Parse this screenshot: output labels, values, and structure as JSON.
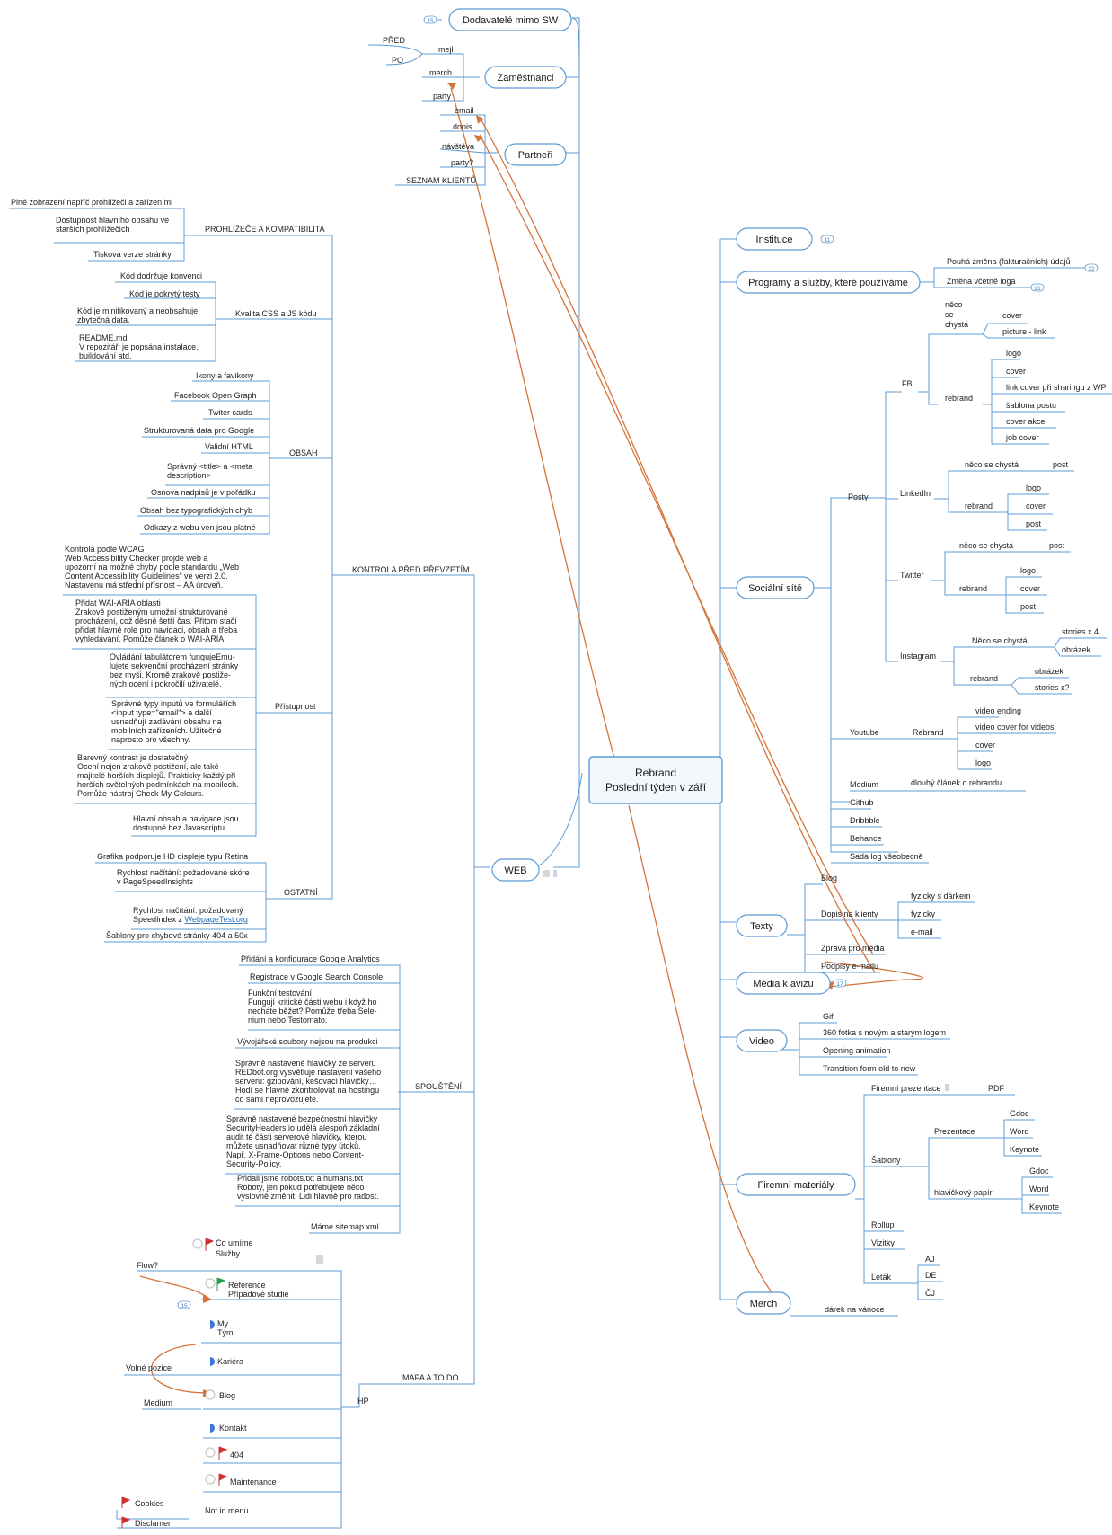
{
  "center": {
    "line1": "Rebrand",
    "line2": "Poslední týden v září"
  },
  "top": {
    "dodavatele": {
      "label": "Dodavatelé mimo SW",
      "badge": "15"
    },
    "zamestnanci": {
      "label": "Zaměstnanci",
      "mejl": "mejl",
      "pred": "PŘED",
      "po": "PO",
      "merch": "merch",
      "party": "party"
    },
    "partneri": {
      "label": "Partneři",
      "email": "email",
      "dopis": "dopis",
      "navsteva": "návštěva",
      "party": "party?",
      "seznam": "SEZNAM KLIENTŮ"
    }
  },
  "web": {
    "label": "WEB",
    "kontrola": "KONTROLA PŘED PŘEVZETÍM",
    "prohlizece": {
      "label": "PROHLÍŽEČE A KOMPATIBILITA",
      "items": [
        "Plné zobrazení napříč prohlížeči a zařízeními",
        "Dostupnost hlavního obsahu ve",
        "starších prohlížečích",
        "Tisková verze stránky"
      ]
    },
    "kvalita": {
      "label": "Kvalita CSS a JS kódu",
      "items": [
        "Kód dodržuje konvenci",
        "Kód je pokrytý testy",
        "Kód je  minifikovaný a neobsahuje",
        "zbytečná data.",
        "README.md",
        "V repozitáři je popsána instalace,",
        "buildování atd."
      ]
    },
    "obsah": {
      "label": "OBSAH",
      "items": [
        "Ikony a favikony",
        "Facebook Open Graph",
        "Twiter cards",
        "Strukturovaná data pro Google",
        "Validní HTML",
        "Správný <title> a <meta",
        "description>",
        "Osnova nadpisů je v pořádku",
        "Obsah bez typografických chyb",
        "Odkazy z webu ven jsou platné"
      ]
    },
    "pristupnost": {
      "label": "Přístupnost",
      "items": [
        "Kontrola podle WCAG",
        "Web Accessibility Checker projde web a",
        "upozorní na možné chyby podle standardu „Web",
        "Content Accessibility Guidelines“ ve verzi 2.0.",
        "Nastavenu má střední přísnost – AA úroveň.",
        "Přidat WAI-ARIA oblasti",
        "Zrakově postiženým umožní strukturované",
        "procházení, což děsně šetří čas. Přitom stačí",
        "přidat hlavně role pro navigaci, obsah a třeba",
        "vyhledávání. Pomůže článek o WAI-ARIA.",
        "Ovládání tabulátorem fungujeEmu-",
        "lujete sekvenční procházení stránky",
        "bez myši. Kromě zrakově postiže-",
        "ných ocení i pokročilí uživatelé.",
        "Správné typy inputů ve formulářích",
        "<input type=\"email\"> a další",
        "usnadňují zadávání obsahu na",
        "mobilních zařízeních. Užitečné",
        "naprosto pro všechny.",
        "Barevný kontrast je dostatečný",
        "Ocení nejen zrakově postižení, ale také",
        "majitelé horších displejů. Prakticky každý při",
        "horších světelných podmínkách na mobilech.",
        "Pomůže nástroj Check My Colours.",
        "Hlavní obsah a navigace jsou",
        "dostupné bez Javascriptu"
      ]
    },
    "ostatni": {
      "label": "OSTATNÍ",
      "items": [
        "Grafika podporuje HD displeje typu Retina",
        "Rychlost načítání: požadované skóre",
        "v PageSpeedInsights",
        "Rychlost načítání: požadovaný",
        "SpeedIndex z ",
        "WebpageTest.org",
        "Šablony pro chybové stránky 404 a 50x"
      ]
    },
    "spousteni": {
      "label": "SPOUŠTĚNÍ",
      "items": [
        "Přidání a konfigurace Google Analytics",
        "Registrace v Google Search Console",
        "Funkční testování",
        "Fungují kritické části webu i když ho",
        "necháte běžet? Pomůže třeba Sele-",
        "nium nebo Testomato.",
        "Vývojářské soubory nejsou na produkci",
        "Správně nastavené hlavičky ze serveru",
        "REDbot.org vysvětluje nastavení vašeho",
        "serveru: gzipování, kešovací hlavičky…",
        "Hodí se hlavně zkontrolovat na hostingu",
        "co sami neprovozujete.",
        "Správně nastavené bezpečnostní hlavičky",
        "SecurityHeaders.io udělá alespoň základní",
        "audit té části serverové hlavičky, kterou",
        "můžete usnadňovat různé typy útoků.",
        "Např. X-Frame-Options nebo Content-",
        "Security-Policy.",
        "Přidali jsme robots.txt a humans.txt",
        "Roboty, jen pokud potřebujete něco",
        "výslovně změnit. Lidi hlavně pro radost.",
        "Máme sitemap.xml"
      ]
    },
    "mapa": {
      "label": "MAPA A TO DO",
      "hp": "HP",
      "badge": "15",
      "items": [
        "Co umíme",
        "Služby",
        "Flow?",
        "Reference",
        "Případové studie",
        "My",
        "Tým",
        "Volné pozice",
        "Kariéra",
        "Medium",
        "Blog",
        "Kontakt",
        "404",
        "Maintenance",
        "Cookies",
        "Not in menu",
        "Disclamer"
      ]
    }
  },
  "right": {
    "instituce": {
      "label": "Instituce",
      "badge": "11"
    },
    "programy": {
      "label": "Programy a služby, které používáme",
      "items": [
        "Pouhá změna (fakturačních) údajů",
        "Změna včetně loga"
      ],
      "badges": [
        "22",
        "21"
      ]
    },
    "socialni": {
      "label": "Sociální sítě",
      "posty": "Posty",
      "fb": {
        "label": "FB",
        "neco": [
          "něco",
          "se",
          "chystá"
        ],
        "neco_items": [
          "cover",
          "picture - link"
        ],
        "rebrand": "rebrand",
        "rebrand_items": [
          "logo",
          "cover",
          "link cover při sharingu z WP",
          "šablona postu",
          "cover akce",
          "job cover"
        ]
      },
      "linkedin": {
        "label": "LinkedIn",
        "neco": "něco se chystá",
        "post": "post",
        "rebrand": "rebrand",
        "items": [
          "logo",
          "cover",
          "post"
        ]
      },
      "twitter": {
        "label": "Twitter",
        "neco": "něco se chystá",
        "post": "post",
        "rebrand": "rebrand",
        "items": [
          "logo",
          "cover",
          "post"
        ]
      },
      "instagram": {
        "label": "Instagram",
        "neco": "Něco se chystá",
        "neco_items": [
          "stories x 4",
          "obrázek"
        ],
        "rebrand": "rebrand",
        "rebrand_items": [
          "obrázek",
          "stories x?"
        ]
      },
      "youtube": {
        "label": "Youtube",
        "rebrand": "Rebrand",
        "items": [
          "video ending",
          "video cover for videos",
          "cover",
          "logo"
        ]
      },
      "medium": {
        "label": "Medium",
        "item": "dlouhý článek o rebrandu"
      },
      "others": [
        "Github",
        "Dribbble",
        "Behance",
        "Sada log všeobecně"
      ]
    },
    "texty": {
      "label": "Texty",
      "blog": "Blog",
      "dopis": "Dopis na klienty",
      "dopis_items": [
        "fyzicky s dárkem",
        "fyzicky",
        "e-mail"
      ],
      "zprava": "Zpráva pro média",
      "podpisy": "Podpisy e-mailu"
    },
    "media": {
      "label": "Média k avizu",
      "badge": "17"
    },
    "video": {
      "label": "Video",
      "items": [
        "Gif",
        "360 fotka s novým a starým logem",
        "Opening animation",
        "Transition form old to new"
      ]
    },
    "firemni": {
      "label": "Firemní materiály",
      "prezentace": "Firemní prezentace",
      "pdf": "PDF",
      "sablony": "Šablony",
      "prez": "Prezentace",
      "prez_items": [
        "Gdoc",
        "Word",
        "Keynote"
      ],
      "hlav": "hlavičkový papír",
      "hlav_items": [
        "Gdoc",
        "Word",
        "Keynote"
      ],
      "rollup": "Rollup",
      "vizitky": "Vizitky",
      "letak": "Leták",
      "letak_items": [
        "AJ",
        "DE",
        "ČJ"
      ]
    },
    "merch": {
      "label": "Merch",
      "item": "dárek na vánoce"
    }
  },
  "colors": {
    "branch": "#5b9bd5",
    "arrow": "#d4743a",
    "flag_red": "#d0312d",
    "flag_green": "#2e9e4f",
    "progress": "#3b78d8"
  }
}
